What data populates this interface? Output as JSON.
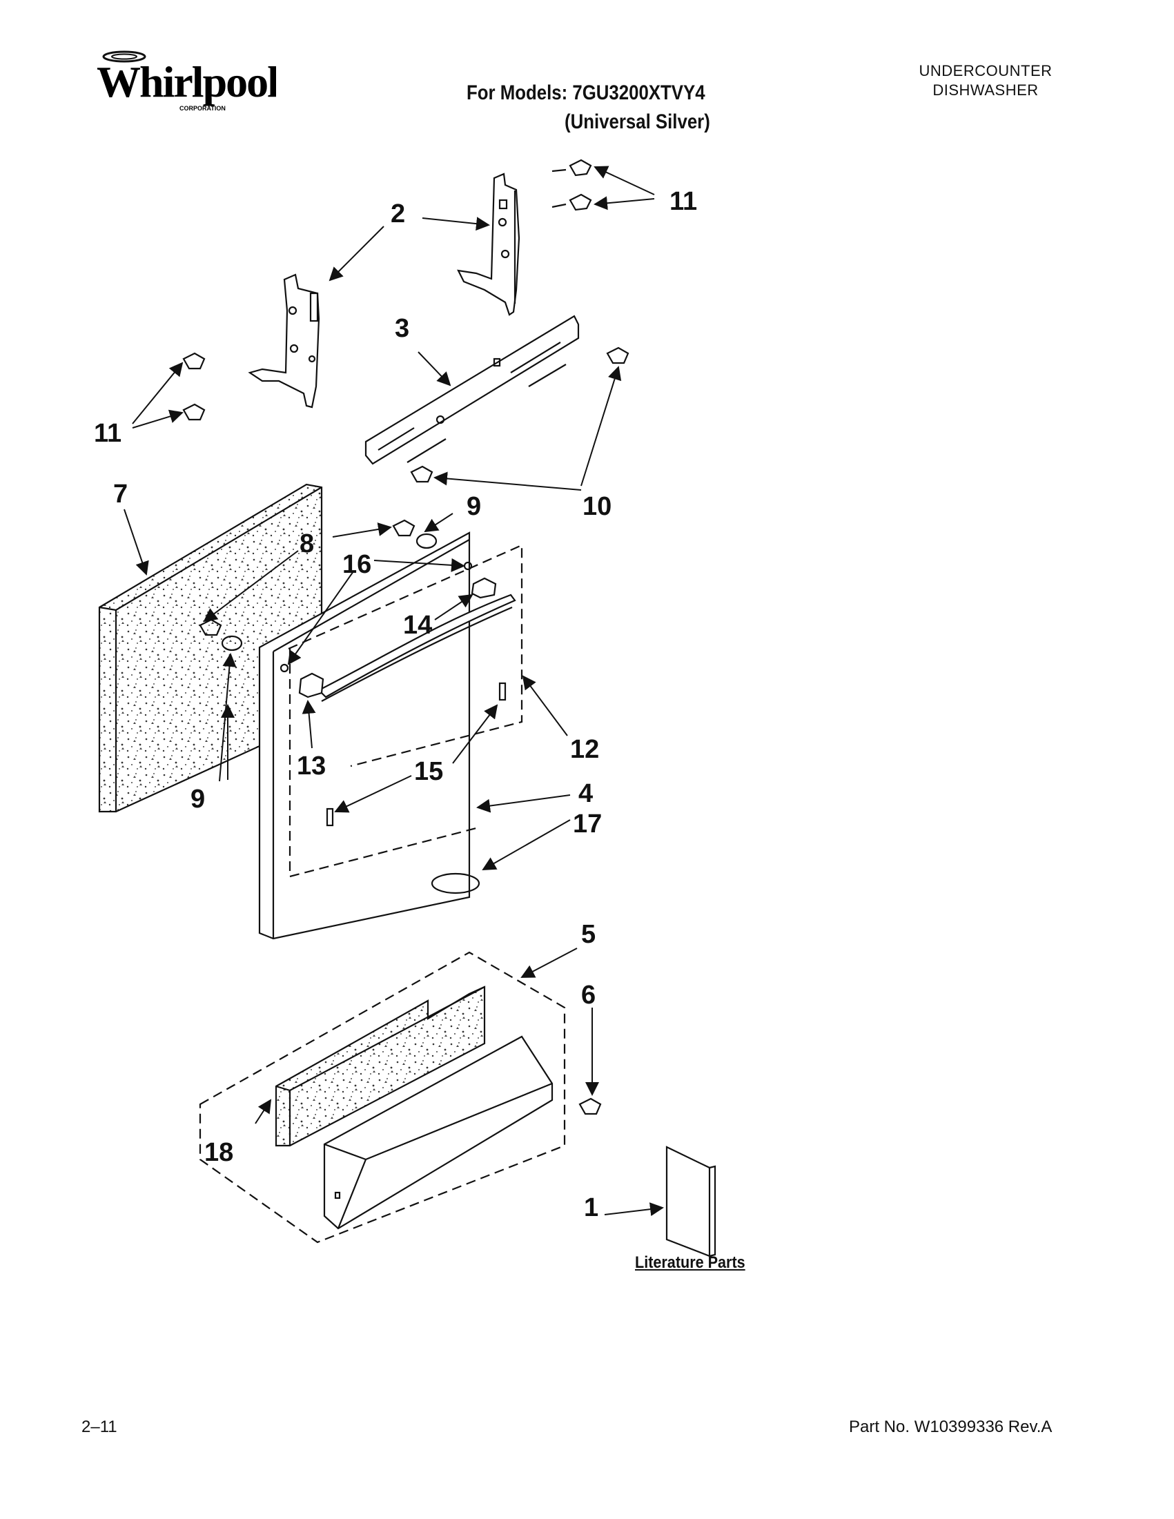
{
  "header": {
    "brand": "Whirlpool",
    "brand_sub": "CORPORATION",
    "models_label": "For Models: 7GU3200XTVY4",
    "variant": "(Universal Silver)",
    "category_line1": "UNDERCOUNTER",
    "category_line2": "DISHWASHER"
  },
  "callouts": [
    "1",
    "2",
    "3",
    "4",
    "5",
    "6",
    "7",
    "8",
    "9",
    "9",
    "10",
    "11",
    "11",
    "12",
    "13",
    "14",
    "15",
    "16",
    "17",
    "18"
  ],
  "literature_label": "Literature Parts",
  "footer": {
    "left": "2–11",
    "right": "Part No. W10399336 Rev.A"
  }
}
